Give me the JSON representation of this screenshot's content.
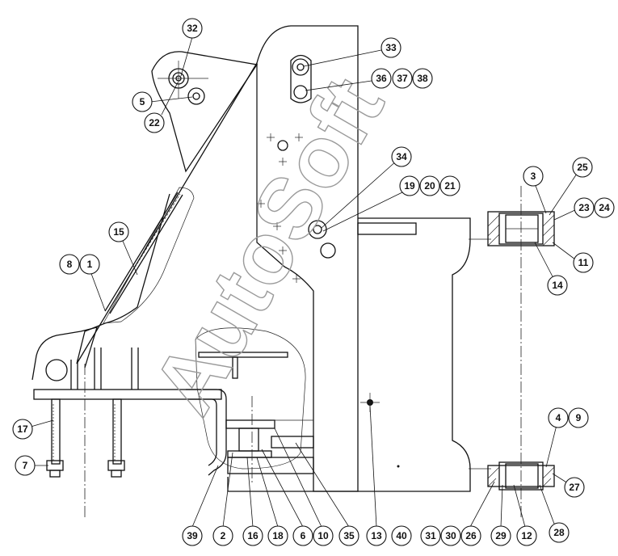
{
  "watermark": "AutoSoft",
  "callouts": [
    {
      "id": "c32",
      "label": "32"
    },
    {
      "id": "c33",
      "label": "33"
    },
    {
      "id": "c36",
      "label": "36"
    },
    {
      "id": "c37",
      "label": "37"
    },
    {
      "id": "c38",
      "label": "38"
    },
    {
      "id": "c5",
      "label": "5"
    },
    {
      "id": "c22",
      "label": "22"
    },
    {
      "id": "c34",
      "label": "34"
    },
    {
      "id": "c19",
      "label": "19"
    },
    {
      "id": "c20",
      "label": "20"
    },
    {
      "id": "c21",
      "label": "21"
    },
    {
      "id": "c3",
      "label": "3"
    },
    {
      "id": "c25",
      "label": "25"
    },
    {
      "id": "c23",
      "label": "23"
    },
    {
      "id": "c24",
      "label": "24"
    },
    {
      "id": "c11",
      "label": "11"
    },
    {
      "id": "c14",
      "label": "14"
    },
    {
      "id": "c15",
      "label": "15"
    },
    {
      "id": "c8",
      "label": "8"
    },
    {
      "id": "c1",
      "label": "1"
    },
    {
      "id": "c17",
      "label": "17"
    },
    {
      "id": "c7",
      "label": "7"
    },
    {
      "id": "c4",
      "label": "4"
    },
    {
      "id": "c9",
      "label": "9"
    },
    {
      "id": "c27",
      "label": "27"
    },
    {
      "id": "c28",
      "label": "28"
    },
    {
      "id": "c39",
      "label": "39"
    },
    {
      "id": "c2",
      "label": "2"
    },
    {
      "id": "c16",
      "label": "16"
    },
    {
      "id": "c18",
      "label": "18"
    },
    {
      "id": "c6",
      "label": "6"
    },
    {
      "id": "c10",
      "label": "10"
    },
    {
      "id": "c35",
      "label": "35"
    },
    {
      "id": "c13",
      "label": "13"
    },
    {
      "id": "c40",
      "label": "40"
    },
    {
      "id": "c31",
      "label": "31"
    },
    {
      "id": "c30",
      "label": "30"
    },
    {
      "id": "c26",
      "label": "26"
    },
    {
      "id": "c29",
      "label": "29"
    },
    {
      "id": "c12",
      "label": "12"
    }
  ]
}
